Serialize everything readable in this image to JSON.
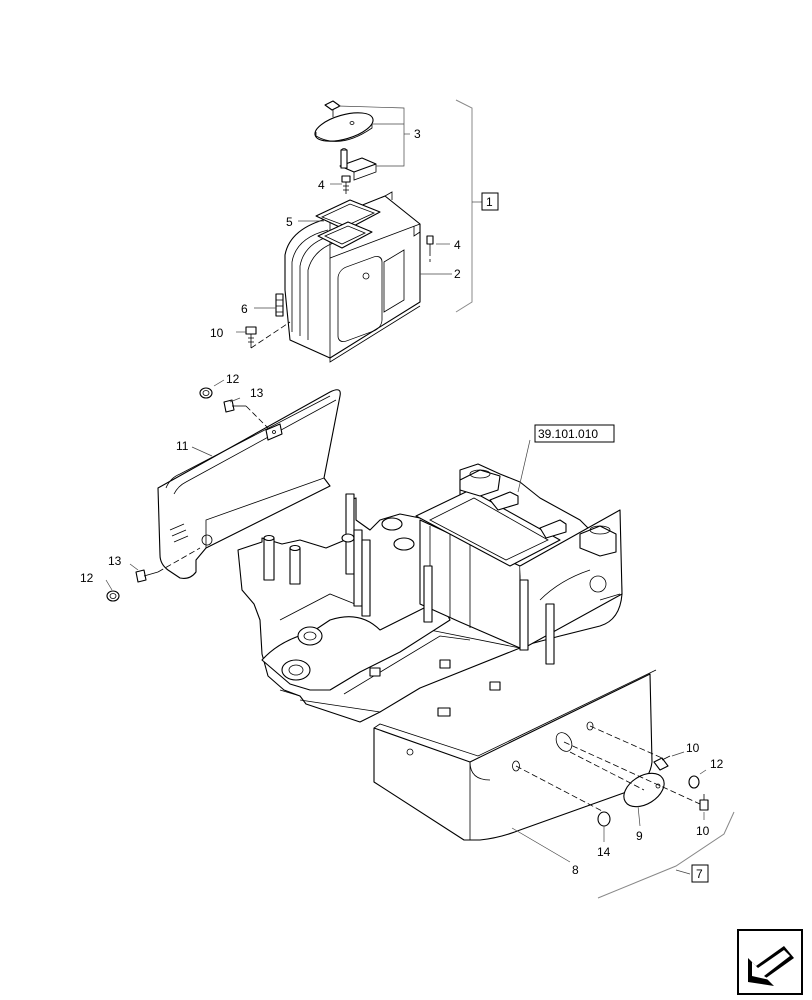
{
  "callouts": {
    "p3": "3",
    "p4a": "4",
    "p4b": "4",
    "p5": "5",
    "p2": "2",
    "p6": "6",
    "p10a": "10",
    "p12a": "12",
    "p13a": "13",
    "p11": "11",
    "p13b": "13",
    "p12b": "12",
    "p10b": "10",
    "p12c": "12",
    "p10c": "10",
    "p9": "9",
    "p14": "14",
    "p8": "8"
  },
  "boxed": {
    "assembly_1": "1",
    "assembly_7": "7",
    "reference": "39.101.010"
  },
  "icons": {
    "nav": "arrow-left-down-icon"
  }
}
